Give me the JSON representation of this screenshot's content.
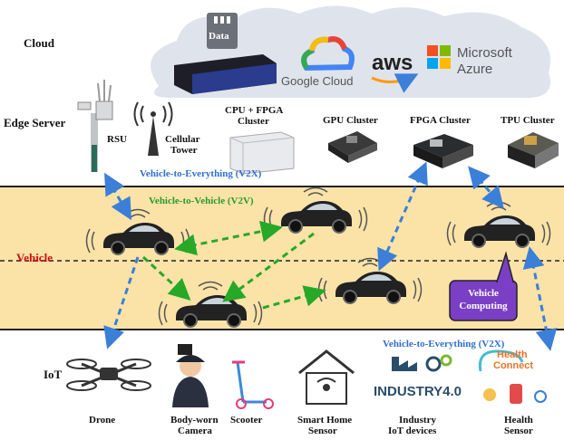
{
  "layers": {
    "cloud": "Cloud",
    "edge": "Edge Server",
    "vehicle": "Vehicle",
    "iot": "IoT"
  },
  "cloud": {
    "data_label": "Data",
    "providers": [
      "Google Cloud",
      "aws",
      "Microsoft",
      "Azure"
    ]
  },
  "edge": {
    "rsu": "RSU",
    "tower": [
      "Cellular",
      "Tower"
    ],
    "cpu_fpga": [
      "CPU + FPGA",
      "Cluster"
    ],
    "gpu": "GPU Cluster",
    "fpga": "FPGA Cluster",
    "tpu": "TPU Cluster"
  },
  "links": {
    "v2x_top": "Vehicle-to-Everything (V2X)",
    "v2v": "Vehicle-to-Vehicle (V2V)",
    "v2x_bottom": "Vehicle-to-Everything (V2X)"
  },
  "vehicle_computing": [
    "Vehicle",
    "Computing"
  ],
  "iot": {
    "drone": "Drone",
    "camera": [
      "Body-worn",
      "Camera"
    ],
    "scooter": "Scooter",
    "smart_home": [
      "Smart Home",
      "Sensor"
    ],
    "industry": [
      "Industry",
      "IoT devices"
    ],
    "industry_logo": "INDUSTRY4.0",
    "health": [
      "Health",
      "Sensor"
    ],
    "health_logo": [
      "Health",
      "Connect"
    ]
  },
  "colors": {
    "road": "#fbe3a8",
    "arrow_blue": "#3b7fd8",
    "arrow_green": "#27a827",
    "cloud": "#dfe3ec",
    "callout": "#7a3fc4"
  }
}
